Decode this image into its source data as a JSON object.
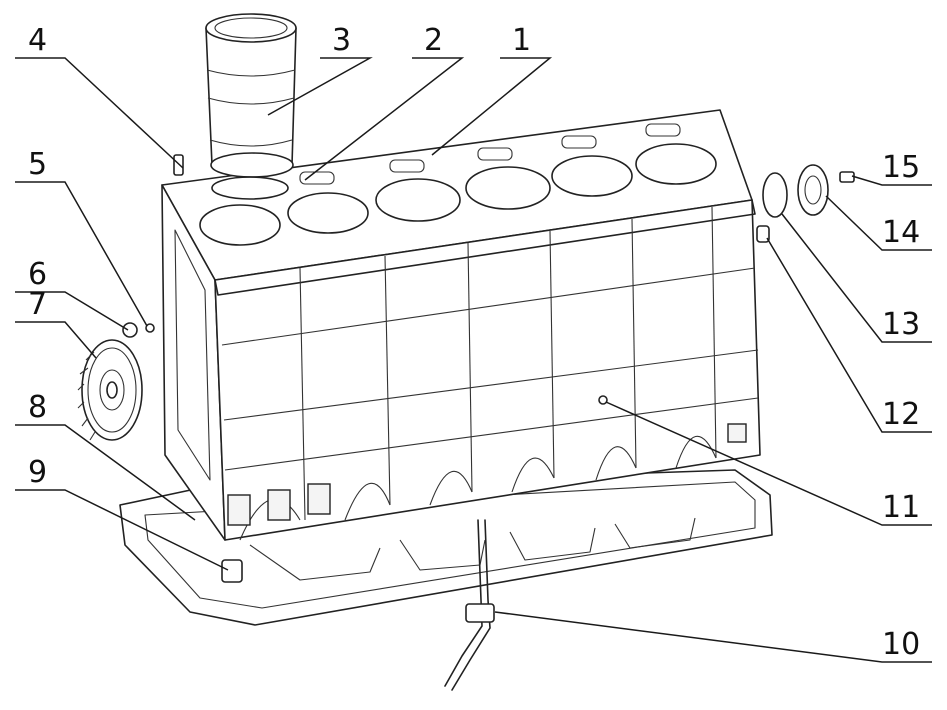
{
  "callouts": [
    {
      "id": "1",
      "label": "1"
    },
    {
      "id": "2",
      "label": "2"
    },
    {
      "id": "3",
      "label": "3"
    },
    {
      "id": "4",
      "label": "4"
    },
    {
      "id": "5",
      "label": "5"
    },
    {
      "id": "6",
      "label": "6"
    },
    {
      "id": "7",
      "label": "7"
    },
    {
      "id": "8",
      "label": "8"
    },
    {
      "id": "9",
      "label": "9"
    },
    {
      "id": "10",
      "label": "10"
    },
    {
      "id": "11",
      "label": "11"
    },
    {
      "id": "12",
      "label": "12"
    },
    {
      "id": "13",
      "label": "13"
    },
    {
      "id": "14",
      "label": "14"
    },
    {
      "id": "15",
      "label": "15"
    }
  ],
  "colors": {
    "line": "#222222",
    "background": "#ffffff",
    "watermark": "#c9ccd1"
  }
}
